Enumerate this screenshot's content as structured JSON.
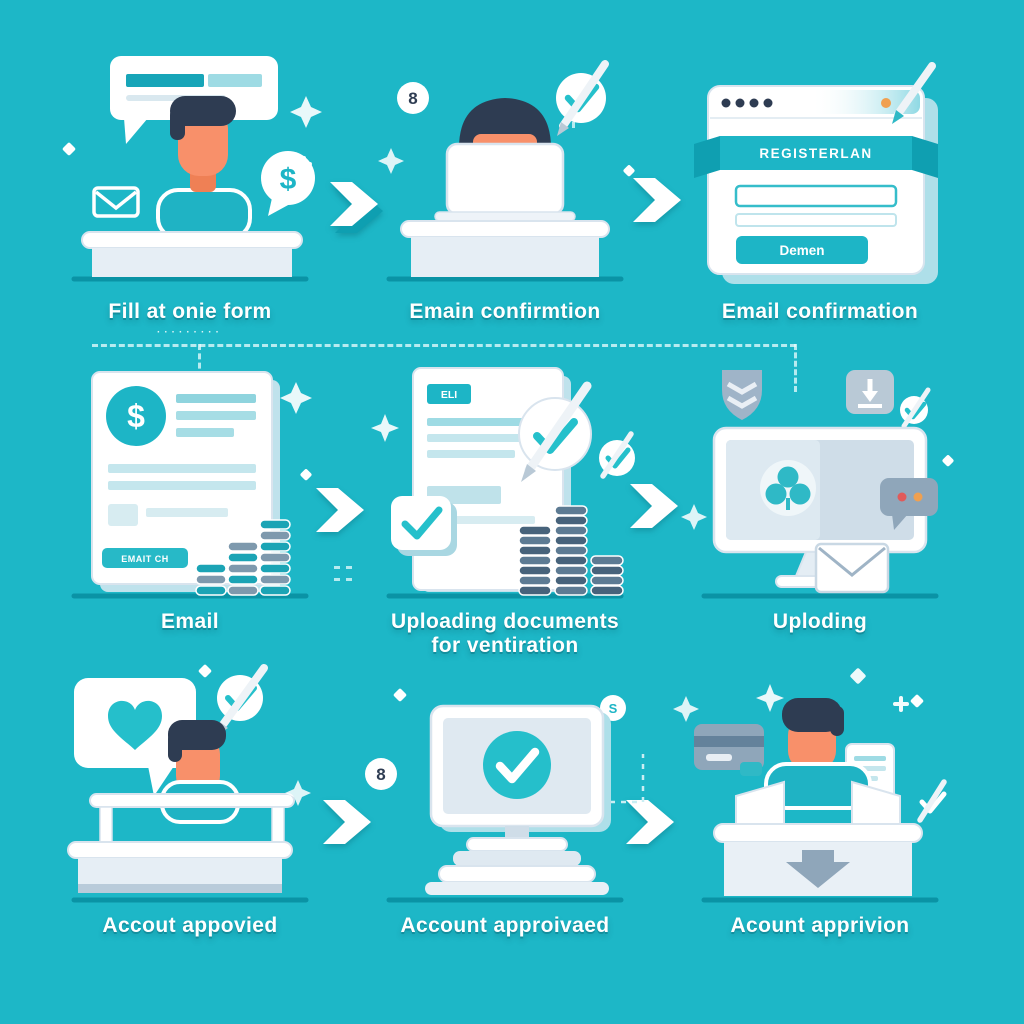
{
  "colors": {
    "background": "#1db7c7",
    "accent_teal": "#1db5c6",
    "ground_line": "#0a93a5",
    "hair": "#2e3c52",
    "skin": "#f8906a",
    "slate_gray": "#8fa6ba",
    "white": "#ffffff",
    "alert_red": "#e05a5a",
    "alert_orange": "#f0a050"
  },
  "panels": [
    {
      "caption": "Fill at onie form",
      "dots": "·········",
      "dollar_badge": "$"
    },
    {
      "caption": "Emain confirmtion",
      "badge": "8"
    },
    {
      "caption": "Email confirmation",
      "browser_banner": "REGISTERLAN",
      "browser_button": "Demen"
    },
    {
      "caption": "Email",
      "dollar_badge": "$",
      "doc_label": "EMAIT CH"
    },
    {
      "caption": "Uploading documents\nfor ventiration",
      "doc_tag": "ELI"
    },
    {
      "caption": "Uploding"
    },
    {
      "caption": "Accout appovied"
    },
    {
      "caption": "Account approivaed",
      "badge": "8",
      "badge_s": "S"
    },
    {
      "caption": "Acount apprivion"
    }
  ]
}
